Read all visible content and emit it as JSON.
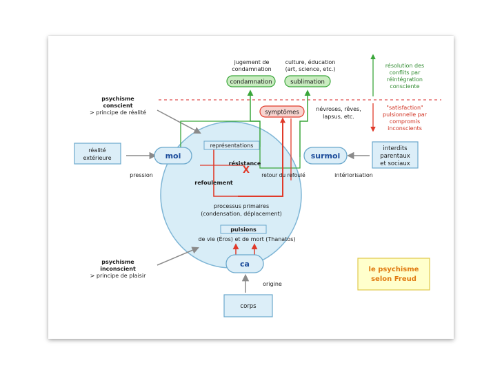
{
  "title": [
    "le psychisme",
    "selon Freud"
  ],
  "nodes": {
    "moi": "moi",
    "surmoi": "surmoi",
    "ca": "ca",
    "symptomes": "symptômes",
    "condamnation": "condamnation",
    "sublimation": "sublimation",
    "representations": "représentations",
    "pulsions": "pulsions",
    "realite_exterieure": [
      "réalité",
      "extérieure"
    ],
    "interdits": [
      "interdits",
      "parentaux",
      "et sociaux"
    ],
    "corps": "corps"
  },
  "labels": {
    "jugement": [
      "jugement de",
      "condamnation"
    ],
    "culture": [
      "culture, éducation",
      "(art, science, etc.)"
    ],
    "psychisme_conscient": [
      "psychisme",
      "conscient",
      "> principe de réalité"
    ],
    "psychisme_inconscient": [
      "psychisme",
      "inconscient",
      "> principe de plaisir"
    ],
    "resistance": "résistance",
    "retour": "retour du refoulé",
    "refoulement": "refoulement",
    "pression": "pression",
    "interiorisation": "intériorisation",
    "processus": [
      "processus primaires",
      "(condensation, déplacement)"
    ],
    "vie_mort": "de vie (Éros) et de mort (Thanatos)",
    "origine": "origine",
    "nevroses": [
      "névroses, rêves,",
      "lapsus, etc."
    ],
    "resolution": [
      "résolution des",
      "conflits par",
      "réintégration",
      "consciente"
    ],
    "satisfaction": [
      "\"satisfaction\"",
      "pulsionnelle par",
      "compromis",
      "inconscients"
    ]
  },
  "colors": {
    "ellipse": "#d8edf7",
    "ellipse_stroke": "#7fb6d6",
    "box_fill": "#dceef8",
    "box_stroke": "#6aa8cc",
    "green": "#3aa63a",
    "red": "#e03a2a",
    "title_fill": "#ffffcc",
    "title_text": "#e07a10"
  }
}
